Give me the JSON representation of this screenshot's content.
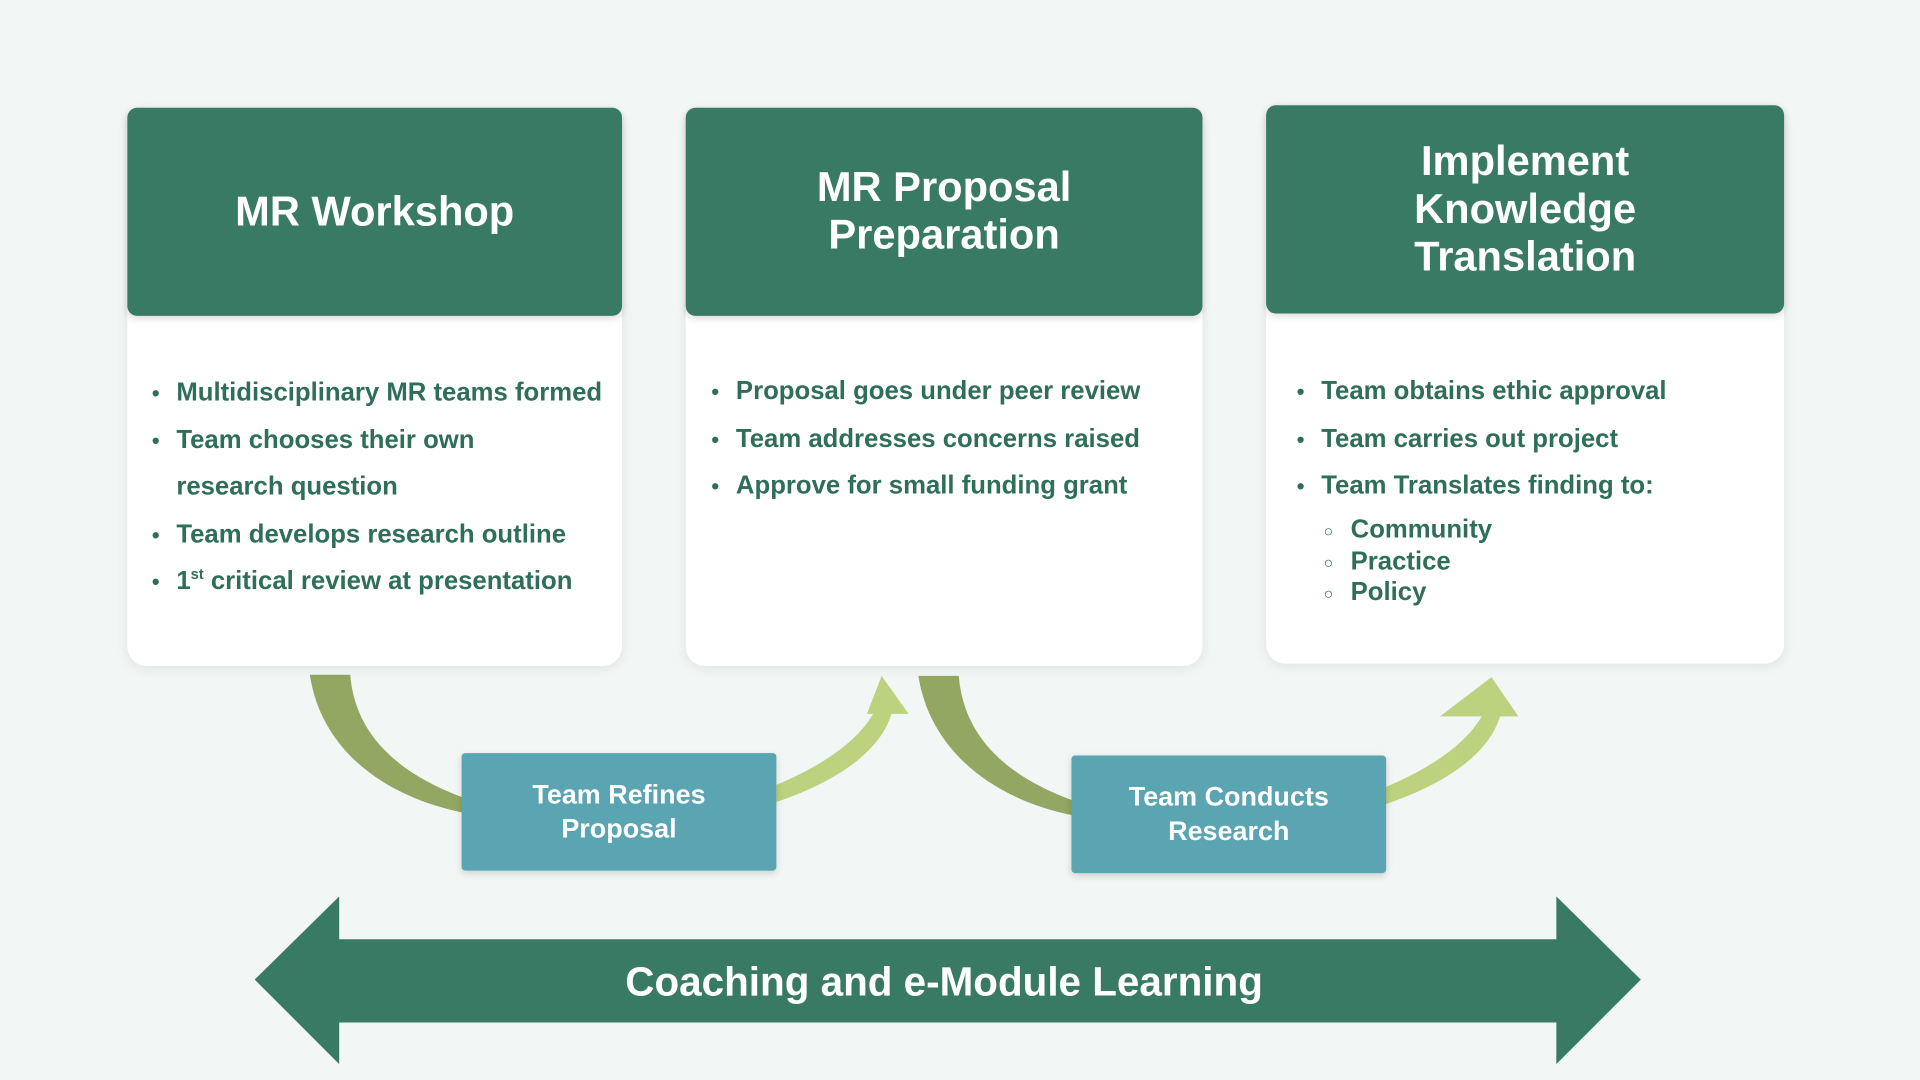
{
  "columns": [
    {
      "title": "MR Workshop",
      "bullets": [
        "Multidisciplinary MR teams formed",
        "Team chooses their own research question",
        "Team develops research outline"
      ],
      "last_bullet": {
        "number": "1",
        "sup": "st",
        "text": " critical review at presentation"
      }
    },
    {
      "title": "MR Proposal Preparation",
      "bullets": [
        "Proposal goes under peer review",
        "Team addresses concerns raised",
        "Approve for small funding grant"
      ]
    },
    {
      "title": "Implement Knowledge Translation",
      "bullets": [
        "Team obtains ethic approval",
        "Team carries out project",
        "Team Translates finding to:"
      ],
      "sub_bullets": [
        "Community",
        "Practice",
        "Policy"
      ]
    }
  ],
  "steps": [
    "Team Refines Proposal",
    "Team Conducts Research"
  ],
  "footer_arrow": "Coaching and e-Module Learning",
  "colors": {
    "header_green": "#397a65",
    "bullet_text": "#2f6e5a",
    "step_box": "#5ba4b2",
    "arrow_dark": "#92a762",
    "arrow_light": "#bdd27e",
    "background": "#f2f6f4"
  }
}
